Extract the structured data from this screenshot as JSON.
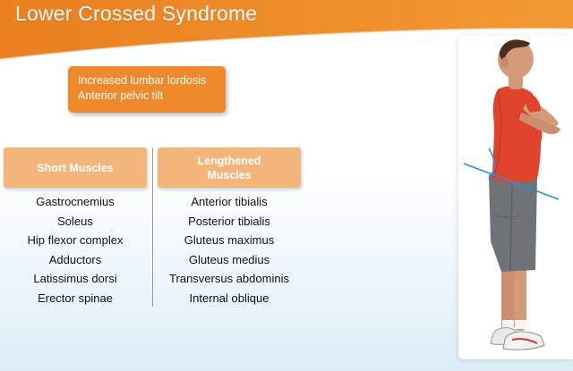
{
  "header": {
    "title": "Lower Crossed Syndrome"
  },
  "callout": {
    "lines": [
      "Increased lumbar lordosis",
      "Anterior pelvic tilt"
    ]
  },
  "columns": {
    "short": {
      "header": "Short Muscles",
      "items": [
        "Gastrocnemius",
        "Soleus",
        "Hip flexor complex",
        "Adductors",
        "Latissimus dorsi",
        "Erector spinae"
      ]
    },
    "lengthened": {
      "header": "Lengthened Muscles",
      "items": [
        "Anterior tibialis",
        "Posterior tibialis",
        "Gluteus maximus",
        "Gluteus medius",
        "Transversus abdominis",
        "Internal oblique"
      ]
    }
  },
  "colors": {
    "orange": "#ee8a2c",
    "header_peach": "#f4b57a",
    "line_blue": "#2a8fd0",
    "shirt_red": "#e0432c",
    "shorts_gray": "#6f7276"
  },
  "illustration": {
    "subject": "man standing side view with pelvic tilt lines"
  }
}
